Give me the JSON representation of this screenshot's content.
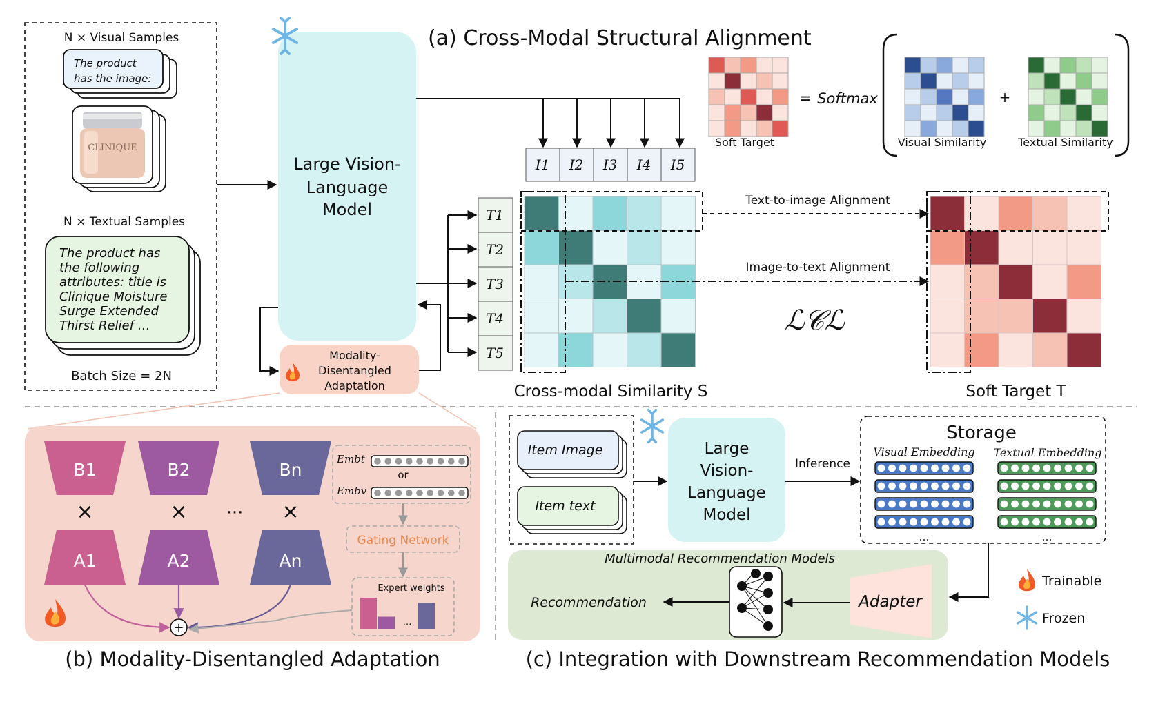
{
  "left_panel": {
    "visual_samples_label": "N × Visual Samples",
    "image_prompt": [
      "The product",
      "has the image:"
    ],
    "jar_brand": "CLINIQUE",
    "textual_samples_label": "N × Textual Samples",
    "text_prompt": [
      "The product has",
      "the following",
      "attributes: title is",
      "Clinique Moisture",
      "Surge Extended",
      "Thirst Relief …"
    ],
    "batch_size_label": "Batch Size = 2N"
  },
  "section_a": {
    "title": "(a) Cross-Modal Structural Alignment",
    "lvlm_label": [
      "Large Vision-",
      "Language",
      "Model"
    ],
    "mda_label": [
      "Modality-",
      "Disentangled",
      "Adaptation"
    ],
    "image_tokens": [
      "I1",
      "I2",
      "I3",
      "I4",
      "I5"
    ],
    "text_tokens": [
      "T1",
      "T2",
      "T3",
      "T4",
      "T5"
    ],
    "equals": "=",
    "softmax": "Softmax",
    "plus": "+",
    "soft_target_small": "Soft Target",
    "visual_similarity": "Visual Similarity",
    "textual_similarity": "Textual Similarity",
    "t2i_alignment": "Text-to-image Alignment",
    "i2t_alignment": "Image-to-text Alignment",
    "loss": "ℒ𝒞ℒ",
    "similarity_caption": "Cross-modal Similarity S",
    "soft_target_caption": "Soft Target T",
    "similarity_matrix": [
      [
        5,
        1,
        3,
        2,
        1
      ],
      [
        3,
        5,
        1,
        2,
        1
      ],
      [
        1,
        2,
        5,
        1,
        3
      ],
      [
        1,
        1,
        2,
        5,
        1
      ],
      [
        1,
        3,
        1,
        2,
        5
      ]
    ],
    "soft_target_matrix": [
      [
        5,
        1,
        3,
        2,
        1
      ],
      [
        3,
        5,
        1,
        1,
        1
      ],
      [
        1,
        2,
        5,
        1,
        3
      ],
      [
        1,
        2,
        2,
        5,
        1
      ],
      [
        1,
        3,
        1,
        2,
        5
      ]
    ],
    "small_soft_target": [
      [
        4,
        2,
        3,
        1,
        1
      ],
      [
        1,
        5,
        1,
        2,
        1
      ],
      [
        2,
        1,
        4,
        1,
        3
      ],
      [
        1,
        3,
        2,
        5,
        1
      ],
      [
        1,
        3,
        1,
        2,
        4
      ]
    ],
    "small_visual": [
      [
        5,
        2,
        3,
        1,
        2
      ],
      [
        2,
        5,
        1,
        2,
        1
      ],
      [
        1,
        2,
        4,
        1,
        3
      ],
      [
        2,
        1,
        2,
        5,
        1
      ],
      [
        1,
        3,
        1,
        2,
        5
      ]
    ],
    "small_textual": [
      [
        5,
        1,
        3,
        2,
        1
      ],
      [
        2,
        5,
        1,
        3,
        1
      ],
      [
        1,
        2,
        5,
        1,
        3
      ],
      [
        3,
        1,
        2,
        5,
        1
      ],
      [
        1,
        3,
        1,
        2,
        5
      ]
    ]
  },
  "section_b": {
    "caption": "(b) Modality-Disentangled Adaptation",
    "b_labels": [
      "B1",
      "B2",
      "Bn"
    ],
    "a_labels": [
      "A1",
      "A2",
      "An"
    ],
    "times": "×",
    "ellipsis": "···",
    "emb_t": "Embt",
    "or": "or",
    "emb_v": "Embv",
    "gating_network": "Gating Network",
    "expert_weights": "Expert weights",
    "dots": "…",
    "expert_weight_values": [
      0.9,
      0.35,
      0.75
    ]
  },
  "section_c": {
    "caption": "(c) Integration with Downstream Recommendation Models",
    "item_image": "Item Image",
    "item_text": "Item text",
    "lvlm_label": [
      "Large",
      "Vision-",
      "Language",
      "Model"
    ],
    "inference": "Inference",
    "storage": "Storage",
    "visual_embedding": "Visual Embedding",
    "textual_embedding": "Textual Embedding",
    "dots": "…",
    "mm_models": "Multimodal Recommendation Models",
    "recommendation": "Recommendation",
    "adapter": "Adapter",
    "legend_trainable": "Trainable",
    "legend_frozen": "Frozen"
  },
  "colors": {
    "teal": [
      "#ffffff",
      "#e4f6f7",
      "#b9e6e8",
      "#8dd7da",
      "#5bb5b2",
      "#3f7c78"
    ],
    "red": [
      "#ffffff",
      "#fbe3de",
      "#f6c2b3",
      "#f29a86",
      "#e05a55",
      "#8c2e3a"
    ],
    "blue": [
      "#ffffff",
      "#e6eef8",
      "#b8cdea",
      "#89a9dc",
      "#5578c0",
      "#2c4d8f"
    ],
    "green": [
      "#ffffff",
      "#e5f3e2",
      "#bfe2ba",
      "#8fcb8b",
      "#4e9a57",
      "#2a6a34"
    ],
    "lvlm_fill": "#d6f3f4",
    "mda_fill": "#f9d3c6",
    "panel_b_fill": "#f6d6cc",
    "panel_c_green": "#dde9d3"
  }
}
